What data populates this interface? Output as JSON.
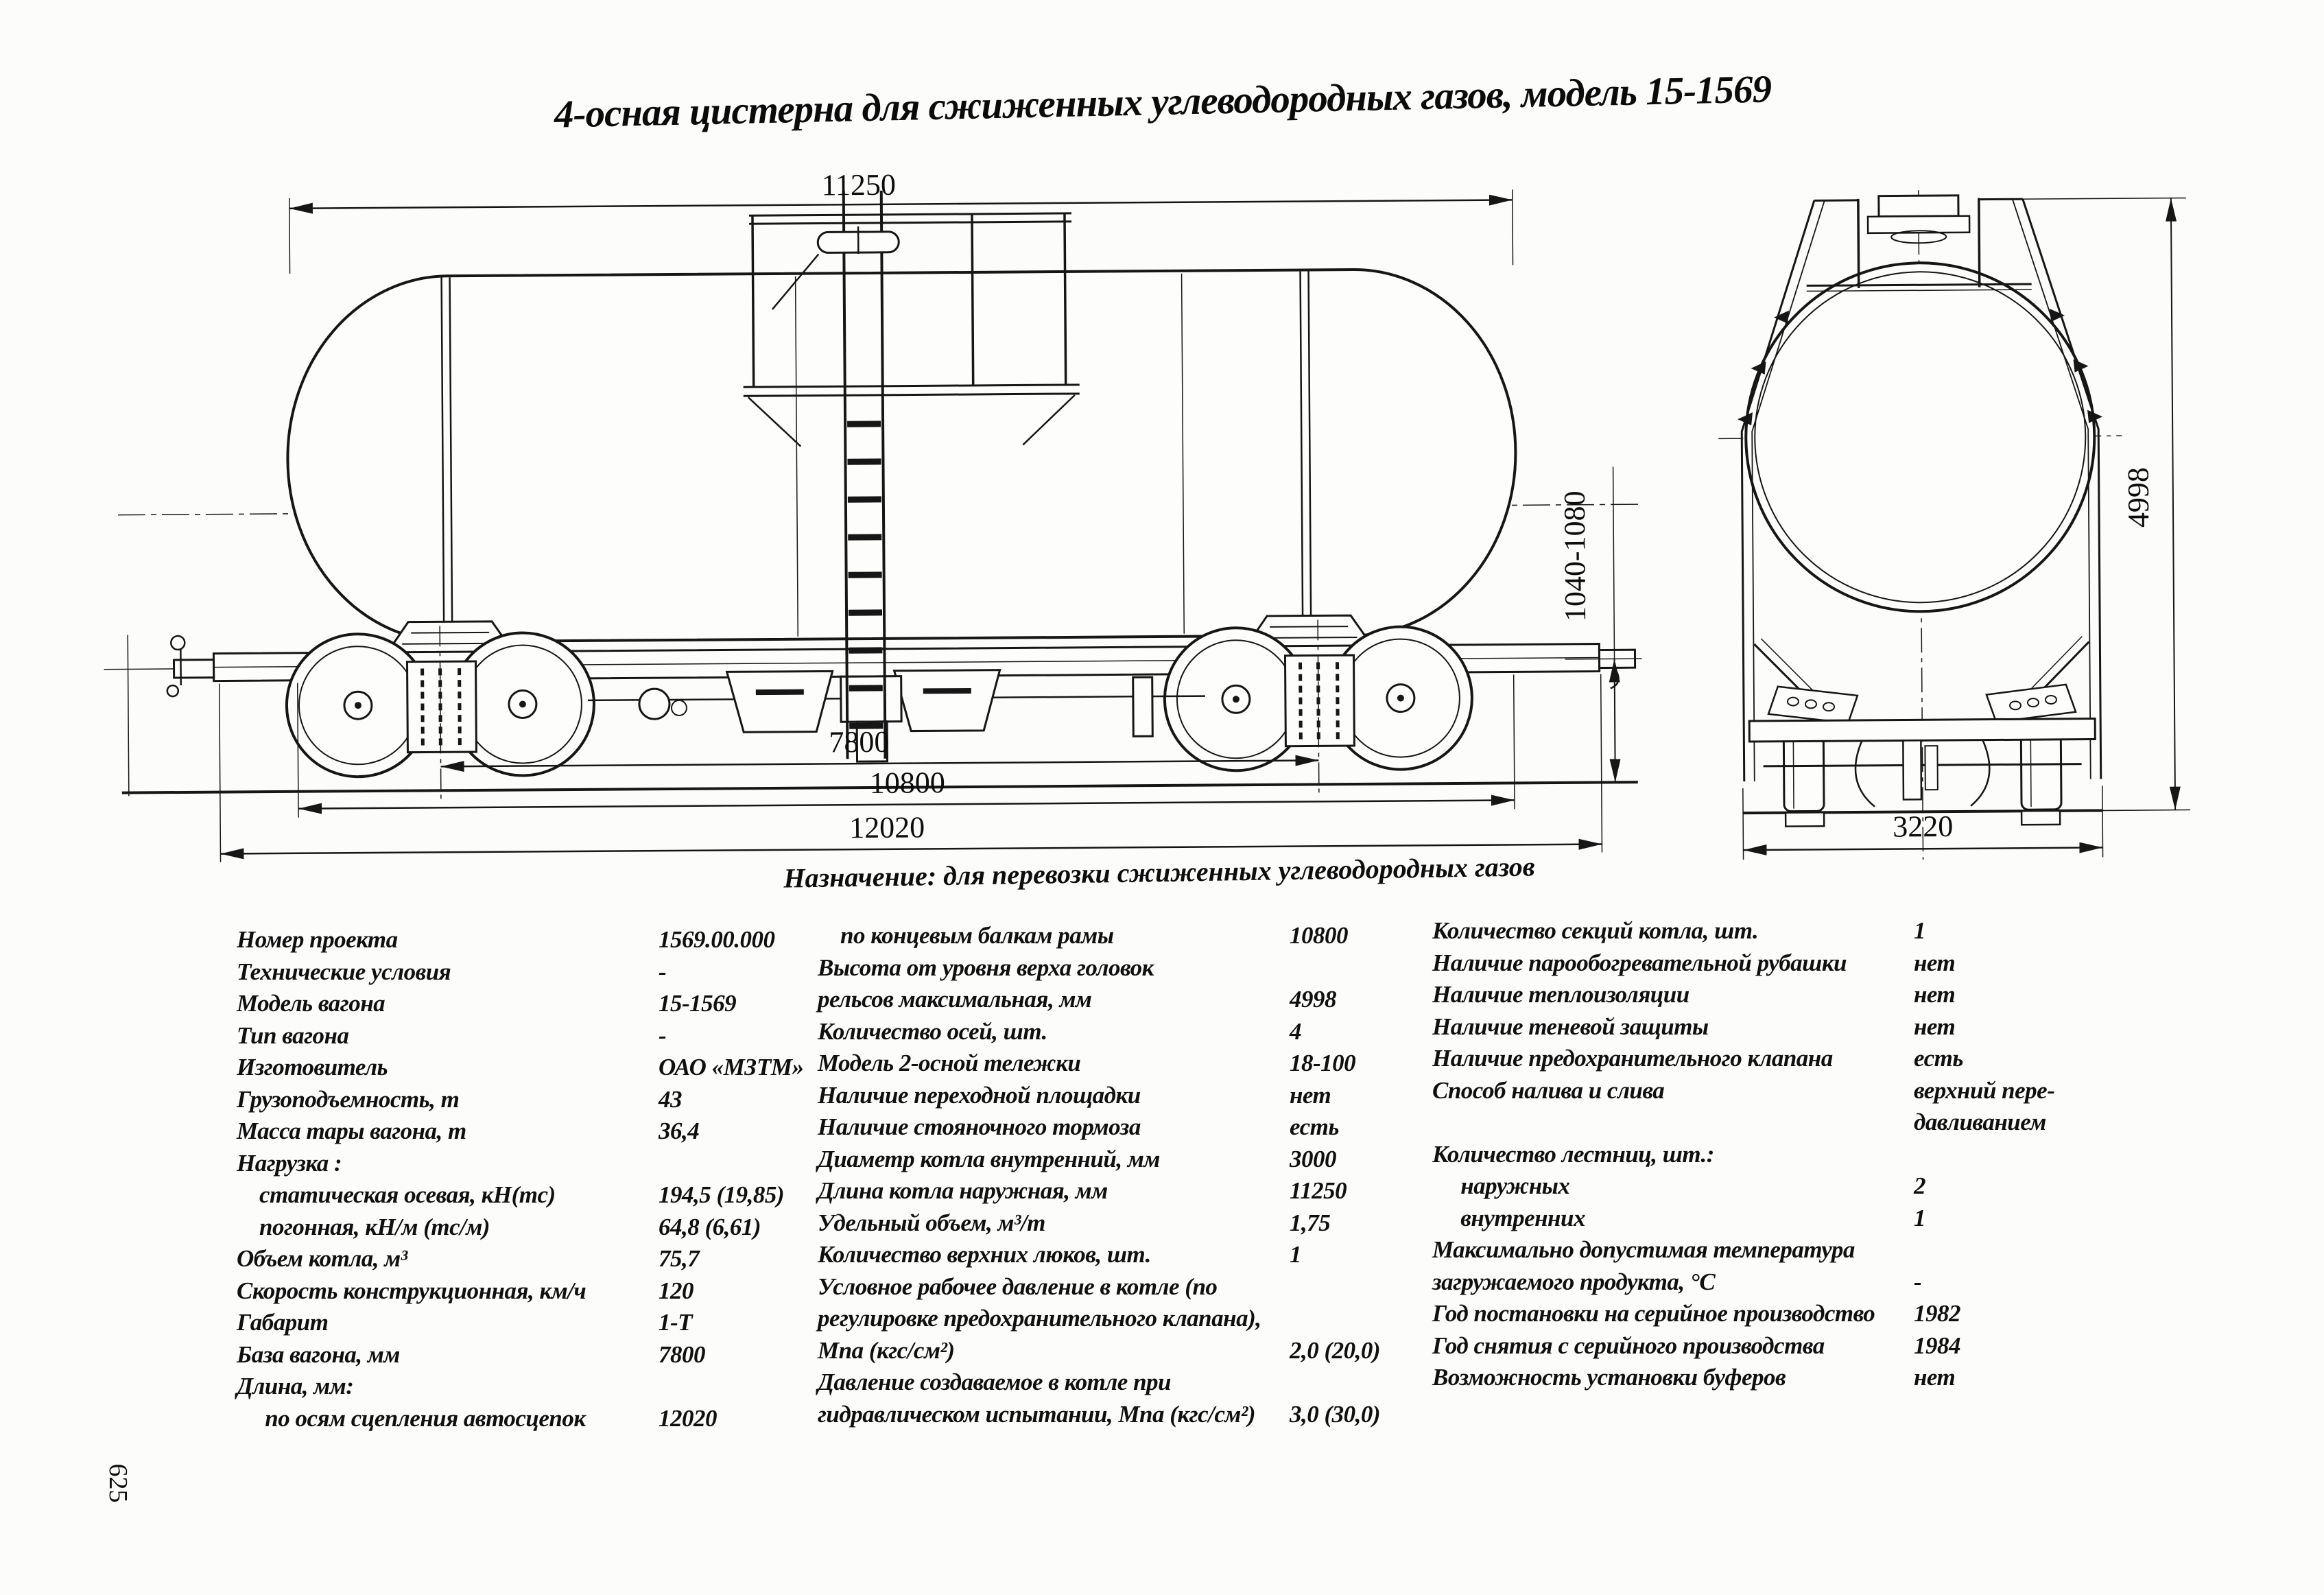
{
  "page": {
    "number": "625",
    "title": "4-осная цистерна для сжиженных углеводородных газов, модель 15-1569",
    "purpose": "Назначение: для перевозки сжиженных углеводородных газов"
  },
  "drawing": {
    "dims": {
      "overall_length": "11250",
      "bogie_base": "7800",
      "frame_length": "10800",
      "coupler_length": "12020",
      "coupler_axis_height": "1040-1080",
      "max_height": "4998",
      "width": "3220"
    }
  },
  "specs": {
    "col1": [
      {
        "label": "Номер проекта",
        "value": "1569.00.000"
      },
      {
        "label": "Технические условия",
        "value": "-"
      },
      {
        "label": "Модель вагона",
        "value": "15-1569"
      },
      {
        "label": "Тип вагона",
        "value": "-"
      },
      {
        "label": "Изготовитель",
        "value": "ОАО «МЗТМ»"
      },
      {
        "label": "Грузоподъемность, т",
        "value": "43"
      },
      {
        "label": "Масса тары вагона, т",
        "value": "36,4"
      },
      {
        "label": "Нагрузка :",
        "value": ""
      },
      {
        "label": "    статическая осевая, кН(тс)",
        "value": "194,5 (19,85)"
      },
      {
        "label": "    погонная, кН/м (тс/м)",
        "value": "64,8 (6,61)"
      },
      {
        "label": "Объем котла, м³",
        "value": "75,7"
      },
      {
        "label": "Скорость конструкционная, км/ч",
        "value": "120"
      },
      {
        "label": "Габарит",
        "value": "1-Т"
      },
      {
        "label": "База вагона, мм",
        "value": "7800"
      },
      {
        "label": "Длина, мм:",
        "value": ""
      },
      {
        "label": "     по осям сцепления автосцепок",
        "value": "12020"
      }
    ],
    "col2": [
      {
        "label": "    по концевым балкам рамы",
        "value": "10800"
      },
      {
        "label": "Высота от уровня верха головок",
        "value": ""
      },
      {
        "label": "рельсов максимальная, мм",
        "value": "4998"
      },
      {
        "label": "Количество осей, шт.",
        "value": "4"
      },
      {
        "label": "Модель 2-осной тележки",
        "value": "18-100"
      },
      {
        "label": "Наличие переходной площадки",
        "value": "нет"
      },
      {
        "label": "Наличие стояночного тормоза",
        "value": "есть"
      },
      {
        "label": "Диаметр котла внутренний, мм",
        "value": "3000"
      },
      {
        "label": "Длина котла наружная, мм",
        "value": "11250"
      },
      {
        "label": "Удельный объем, м³/т",
        "value": "1,75"
      },
      {
        "label": "Количество верхних люков, шт.",
        "value": "1"
      },
      {
        "label": "Условное рабочее давление в котле (по",
        "value": ""
      },
      {
        "label": "регулировке предохранительного клапана),",
        "value": ""
      },
      {
        "label": "Мпа (кгс/см²)",
        "value": "2,0 (20,0)"
      },
      {
        "label": "Давление создаваемое в котле при",
        "value": ""
      },
      {
        "label": "гидравлическом испытании, Мпа (кгс/см²)",
        "value": "3,0 (30,0)"
      }
    ],
    "col3": [
      {
        "label": "Количество секций котла, шт.",
        "value": "1"
      },
      {
        "label": "Наличие парообогревательной рубашки",
        "value": "нет"
      },
      {
        "label": "Наличие теплоизоляции",
        "value": "нет"
      },
      {
        "label": "Наличие теневой защиты",
        "value": "нет"
      },
      {
        "label": "Наличие предохранительного клапана",
        "value": "есть"
      },
      {
        "label": "Способ налива и слива",
        "value": "верхний пере-"
      },
      {
        "label": "",
        "value": "давливанием"
      },
      {
        "label": "Количество лестниц, шт.:",
        "value": ""
      },
      {
        "label": "     наружных",
        "value": "2"
      },
      {
        "label": "     внутренних",
        "value": "1"
      },
      {
        "label": "Максимально допустимая температура",
        "value": ""
      },
      {
        "label": "загружаемого продукта, °С",
        "value": "-"
      },
      {
        "label": "Год постановки на серийное производство",
        "value": "1982"
      },
      {
        "label": "Год снятия с серийного производства",
        "value": "1984"
      },
      {
        "label": "Возможность установки буферов",
        "value": "нет"
      }
    ]
  }
}
